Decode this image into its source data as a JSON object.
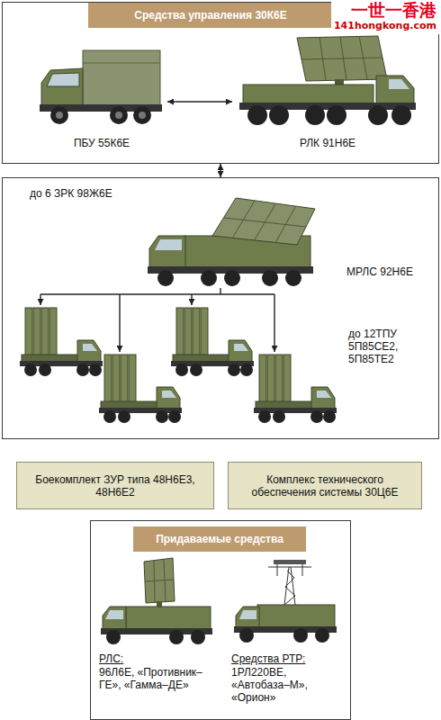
{
  "diagram": {
    "nodes": [
      {
        "text": [
          "Средства управления 30К6Е"
        ]
      },
      {
        "text": [
          "ПБУ 55К6Е"
        ],
        "in": 0
      },
      {
        "text": [
          "РЛК 91Н6Е"
        ],
        "in": 0
      },
      {
        "text": [
          "до 6 ЗРК 98Ж6Е"
        ]
      },
      {
        "text": [
          "МРЛС 92Н6Е"
        ],
        "in": 3
      },
      {
        "text": [
          "до 12ТПУ 5П85СЕ2, 5П85ТЕ2"
        ],
        "in": 3
      },
      {
        "text": [
          "Боекомплект ЗУР типа 48Н6Е3, 48Н6Е2"
        ]
      },
      {
        "text": [
          "Комплекс технического обеспечения системы 30Ц6Е"
        ]
      },
      {
        "text": [
          "Придаваемые средства"
        ]
      },
      {
        "text": [
          "РЛС:",
          "96Л6Е, «Противник–ГЕ», «Гамма–ДЕ»"
        ],
        "in": 8
      },
      {
        "text": [
          "Средства РТР:",
          "1РЛ220ВЕ, «Автобаза–М», «Орион»"
        ],
        "in": 8
      }
    ],
    "edges": [
      {
        "from": 1,
        "to": 2,
        "arrow": "both"
      },
      {
        "from": 0,
        "to": 3,
        "arrow": "both"
      },
      {
        "from": 4,
        "to": 5,
        "arrow": "to"
      }
    ],
    "labels": [
      "一世一香港",
      "141hongkong.com"
    ]
  }
}
